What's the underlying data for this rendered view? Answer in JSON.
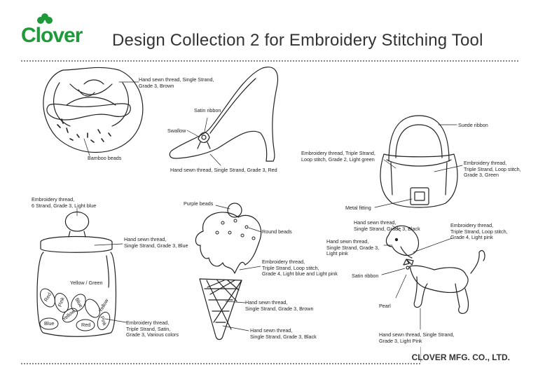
{
  "brand": {
    "logo_text": "Clover",
    "footer": "CLOVER MFG. CO., LTD."
  },
  "title": "Design Collection 2 for Embroidery Stitching Tool",
  "labels": {
    "pretzel_thread": [
      "Hand sewn thread, Single Strand,",
      "Grade 3, Brown"
    ],
    "pretzel_beads": [
      "Bamboo beads"
    ],
    "shoe_ribbon": [
      "Satin ribbon"
    ],
    "shoe_swallow": [
      "Swallow"
    ],
    "shoe_thread": [
      "Hand sewn thread, Single Strand, Grade 3, Red"
    ],
    "bag_suede": [
      "Suede ribbon"
    ],
    "bag_thread_left": [
      "Embroidery thread, Triple Strand,",
      "Loop stitch, Grade 2, Light green"
    ],
    "bag_thread_right": [
      "Embroidery thread,",
      "Triple Strand, Loop stitch,",
      "Grade 3, Green"
    ],
    "bag_metal": [
      "Metal fitting"
    ],
    "jar_thread_top": [
      "Embroidery thread,",
      "6 Strand, Grade 3, Light blue"
    ],
    "jar_thread_right": [
      "Hand sewn thread,",
      "Single Strand, Grade 3, Blue"
    ],
    "jar_yellow_green": [
      "Yellow / Green"
    ],
    "jar_embroidery": [
      "Embroidery thread,",
      "Triple Strand, Satin,",
      "Grade 3, Various colors"
    ],
    "ice_purple": [
      "Purple beads"
    ],
    "ice_round": [
      "Round beads"
    ],
    "ice_thread_embroidery": [
      "Embroidery thread,",
      "Triple Strand, Loop stitch,",
      "Grade 4, Light blue and Light pink"
    ],
    "ice_thread_brown": [
      "Hand sewn thread,",
      "Single Strand, Grade 3, Brown"
    ],
    "ice_thread_black": [
      "Hand sewn thread,",
      "Single Strand, Grade 3, Black"
    ],
    "poodle_thread_black": [
      "Hand sewn thread,",
      "Single Strand, Grade 3, Black"
    ],
    "poodle_thread_pink": [
      "Hand sewn thread,",
      "Single Strand, Grade 3,",
      "Light pink"
    ],
    "poodle_embroidery": [
      "Embroidery thread,",
      "Triple Strand, Loop stitch,",
      "Grade 4, Light pink"
    ],
    "poodle_ribbon": [
      "Satin ribbon"
    ],
    "poodle_pearl": [
      "Pearl"
    ],
    "poodle_thread_bottom": [
      "Hand sewn thread, Single Strand,",
      "Grade 3, Light Pink"
    ]
  },
  "candies": [
    "Red",
    "Pink",
    "Blue",
    "Yellow",
    "Yellow",
    "Blue",
    "Red",
    "Pink"
  ],
  "colors": {
    "brand_green": "#1e9a3a",
    "line": "#222222"
  }
}
